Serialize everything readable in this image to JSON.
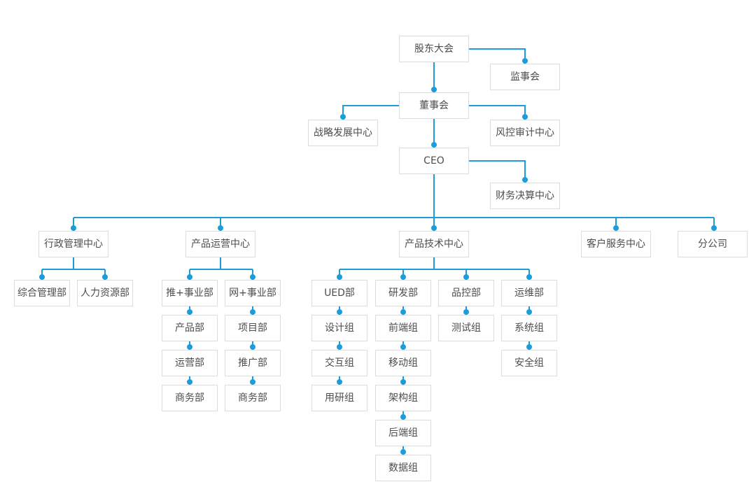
{
  "colors": {
    "connector": "#1b9dd9",
    "node_border": "#dcdcdc",
    "node_text": "#4d4d4d",
    "background": "#ffffff"
  },
  "nodes": [
    {
      "label": "股东大会"
    },
    {
      "label": "监事会"
    },
    {
      "label": "董事会"
    },
    {
      "label": "战略发展中心"
    },
    {
      "label": "风控审计中心"
    },
    {
      "label": "CEO"
    },
    {
      "label": "财务决算中心"
    },
    {
      "label": "行政管理中心"
    },
    {
      "label": "产品运营中心"
    },
    {
      "label": "产品技术中心"
    },
    {
      "label": "客户服务中心"
    },
    {
      "label": "分公司"
    },
    {
      "label": "综合管理部"
    },
    {
      "label": "人力资源部"
    },
    {
      "label": "推+事业部"
    },
    {
      "label": "网+事业部"
    },
    {
      "label": "产品部"
    },
    {
      "label": "运营部"
    },
    {
      "label": "商务部"
    },
    {
      "label": "项目部"
    },
    {
      "label": "推广部"
    },
    {
      "label": "商务部"
    },
    {
      "label": "UED部"
    },
    {
      "label": "研发部"
    },
    {
      "label": "品控部"
    },
    {
      "label": "运维部"
    },
    {
      "label": "设计组"
    },
    {
      "label": "交互组"
    },
    {
      "label": "用研组"
    },
    {
      "label": "前端组"
    },
    {
      "label": "移动组"
    },
    {
      "label": "架构组"
    },
    {
      "label": "后端组"
    },
    {
      "label": "数据组"
    },
    {
      "label": "测试组"
    },
    {
      "label": "系统组"
    },
    {
      "label": "安全组"
    }
  ],
  "hierarchy": {
    "label": "股东大会",
    "children": [
      {
        "label": "监事会"
      },
      {
        "label": "董事会",
        "children": [
          {
            "label": "战略发展中心"
          },
          {
            "label": "风控审计中心"
          },
          {
            "label": "CEO",
            "children": [
              {
                "label": "财务决算中心"
              },
              {
                "label": "行政管理中心",
                "children": [
                  {
                    "label": "综合管理部"
                  },
                  {
                    "label": "人力资源部"
                  }
                ]
              },
              {
                "label": "产品运营中心",
                "children": [
                  {
                    "label": "推+事业部",
                    "children": [
                      {
                        "label": "产品部"
                      },
                      {
                        "label": "运营部"
                      },
                      {
                        "label": "商务部"
                      }
                    ]
                  },
                  {
                    "label": "网+事业部",
                    "children": [
                      {
                        "label": "项目部"
                      },
                      {
                        "label": "推广部"
                      },
                      {
                        "label": "商务部"
                      }
                    ]
                  }
                ]
              },
              {
                "label": "产品技术中心",
                "children": [
                  {
                    "label": "UED部",
                    "children": [
                      {
                        "label": "设计组"
                      },
                      {
                        "label": "交互组"
                      },
                      {
                        "label": "用研组"
                      }
                    ]
                  },
                  {
                    "label": "研发部",
                    "children": [
                      {
                        "label": "前端组"
                      },
                      {
                        "label": "移动组"
                      },
                      {
                        "label": "架构组"
                      },
                      {
                        "label": "后端组"
                      },
                      {
                        "label": "数据组"
                      }
                    ]
                  },
                  {
                    "label": "品控部",
                    "children": [
                      {
                        "label": "测试组"
                      }
                    ]
                  },
                  {
                    "label": "运维部",
                    "children": [
                      {
                        "label": "系统组"
                      },
                      {
                        "label": "安全组"
                      }
                    ]
                  }
                ]
              },
              {
                "label": "客户服务中心"
              },
              {
                "label": "分公司"
              }
            ]
          }
        ]
      }
    ]
  }
}
